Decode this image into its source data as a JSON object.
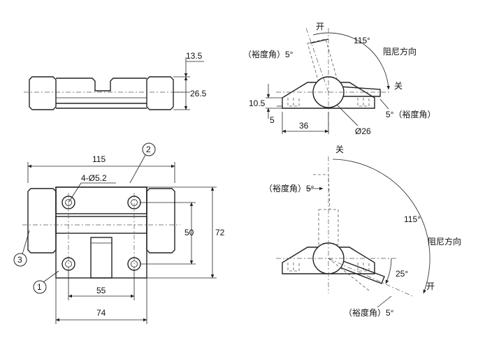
{
  "top_view": {
    "dim_height_top": "13.5",
    "dim_height_total": "26.5"
  },
  "front_view": {
    "dim_width_overall": "115",
    "dim_height_overall": "72",
    "dim_hole_spacing_v": "50",
    "dim_hole_spacing_h": "55",
    "dim_base_width": "74",
    "holes_label": "4-Ø5.2",
    "balloons": [
      "1",
      "2",
      "3"
    ]
  },
  "side_view_top": {
    "label_open": "开",
    "label_close": "关",
    "angle_115": "115°",
    "damping_direction": "阻尼方向",
    "clearance_left": "（裕度角）5°",
    "clearance_right": "5°（裕度角）",
    "dim_height": "10.5",
    "dim_5": "5",
    "dim_36": "36",
    "dim_dia": "Ø26"
  },
  "side_view_bottom": {
    "label_close": "关",
    "label_open": "开",
    "angle_115": "115°",
    "damping_direction": "阻尼方向",
    "clearance_top": "（裕度角）5°",
    "clearance_bottom": "（裕度角）5°",
    "angle_25": "25°"
  }
}
